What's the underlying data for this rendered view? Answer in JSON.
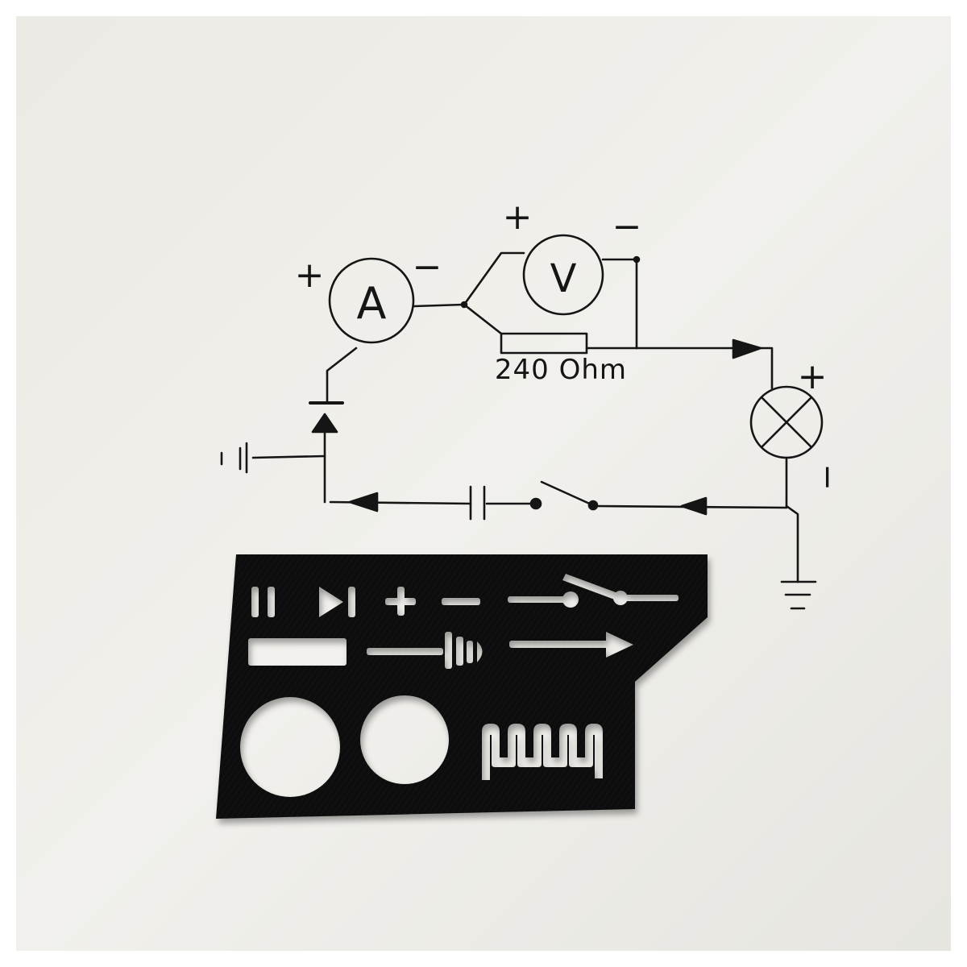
{
  "photo": {
    "paper_color": "#eeede8",
    "ink_color": "#151515",
    "stencil_color": "#0c0c0c",
    "frame_color": "#ffffff"
  },
  "schematic": {
    "ammeter_label": "A",
    "voltmeter_label": "V",
    "resistor_value": "240 Ohm",
    "ammeter_plus": "+",
    "ammeter_minus": "−",
    "voltmeter_plus": "+",
    "voltmeter_minus": "−",
    "lamp_plus": "+",
    "lamp_minus": "−"
  }
}
